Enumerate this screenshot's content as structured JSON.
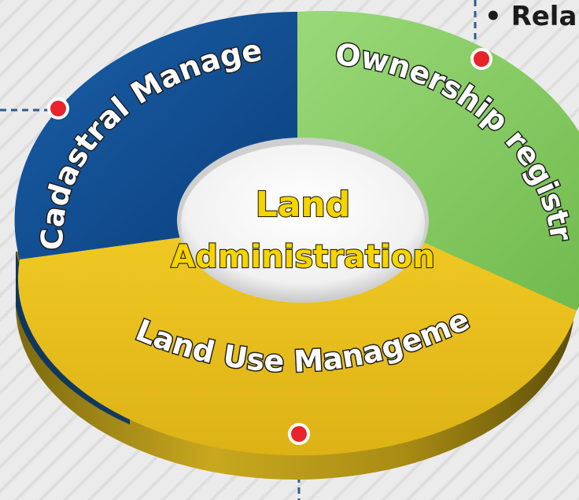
{
  "diagram": {
    "center_line1": "Land",
    "center_line2": "Administration",
    "segment_cadastral": "Cadastral Manageme",
    "segment_ownership": "Ownership registry",
    "segment_land_use": "Land Use Managemen",
    "relation_label": "• Rela"
  },
  "colors": {
    "background": "#e9e9e9",
    "cadastral": "#0d4a8c",
    "ownership": "#8fcf6a",
    "land_use": "#e9c020",
    "center_text": "#f5d400",
    "marker": "#e8232a",
    "connector": "#2f5d8a"
  }
}
